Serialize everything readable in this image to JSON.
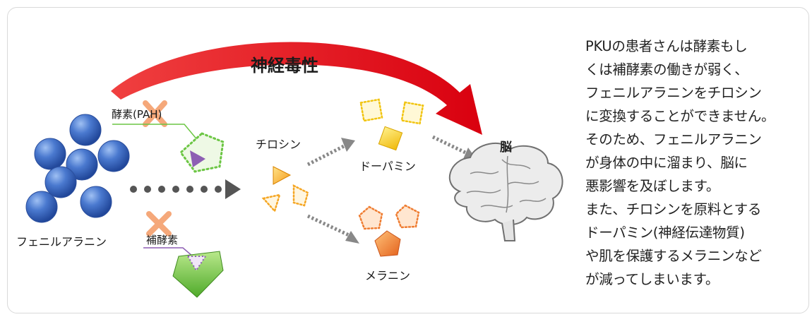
{
  "title": "神経毒性",
  "labels": {
    "enzyme": "酵素(PAH)",
    "cofactor": "補酵素",
    "phenylalanine": "フェニルアラニン",
    "tyrosine": "チロシン",
    "dopamine": "ドーパミン",
    "melanin": "メラニン",
    "brain": "脳"
  },
  "description": [
    "PKUの患者さんは酵素もし",
    "くは補酵素の働きが弱く、",
    "フェニルアラニンをチロシン",
    "に変換することができません。",
    "そのため、フェニルアラニン",
    "が身体の中に溜まり、脳に",
    "悪影響を及ぼします。",
    "また、チロシンを原料とする",
    "ドーパミン(神経伝達物質)",
    "や肌を保護するメラニンなど",
    "が減ってしまいます。"
  ],
  "colors": {
    "toxicity_arrow": "#e60012",
    "phenylalanine": "#3f6fc7",
    "tyrosine": "#f5a623",
    "dopamine": "#f7d030",
    "melanin": "#ef7d32",
    "cofactor": "#6cc644",
    "enzyme_line": "#6cc644",
    "cofactor_line": "#8d5fb3",
    "block_x": "#f5a87a",
    "brain": "#bdbdbd"
  },
  "icons": {
    "brain": "brain-icon",
    "block": "x-mark-icon"
  }
}
